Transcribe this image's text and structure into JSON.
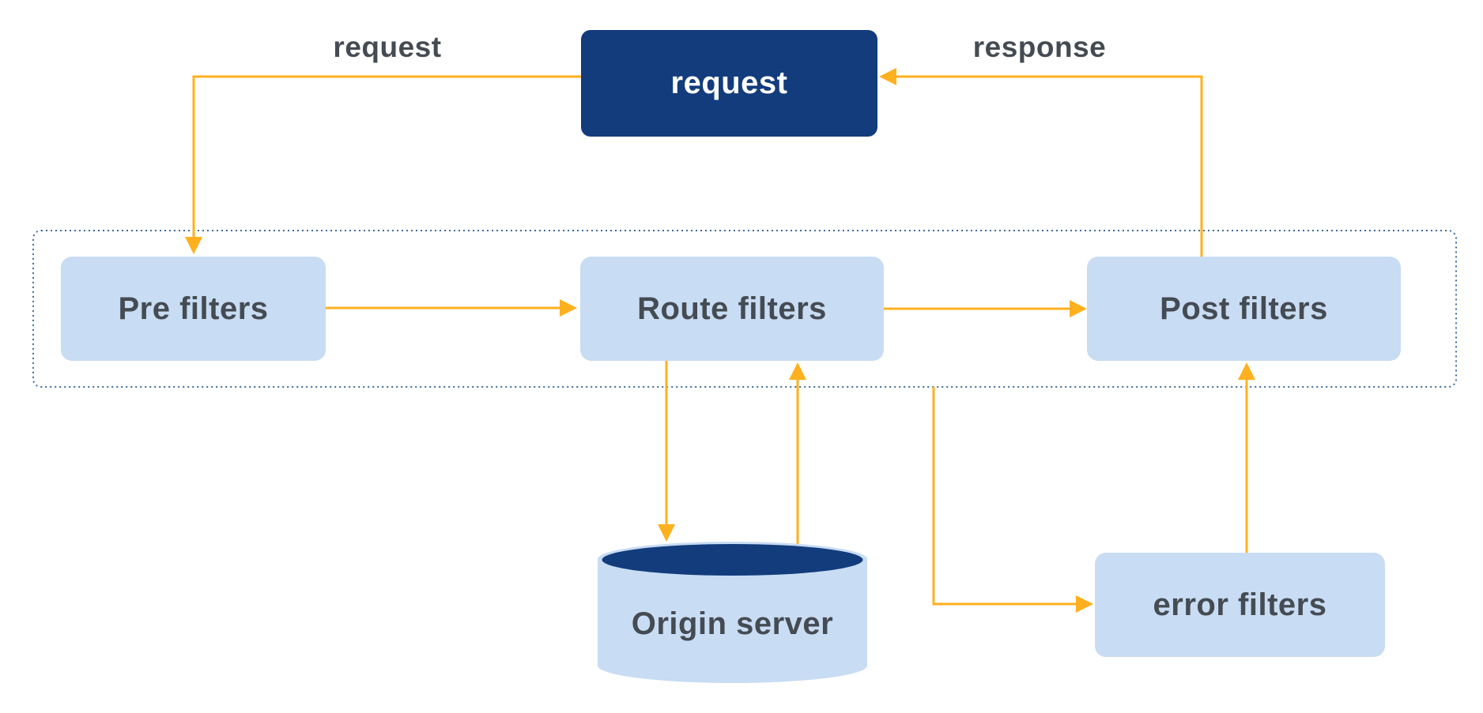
{
  "diagram": {
    "request_node": {
      "label": "request"
    },
    "flow_labels": {
      "request": "request",
      "response": "response"
    },
    "filter_chain": {
      "pre": {
        "label": "Pre filters"
      },
      "route": {
        "label": "Route filters"
      },
      "post": {
        "label": "Post filters"
      }
    },
    "origin_server": {
      "label": "Origin server"
    },
    "error_node": {
      "label": "error filters"
    },
    "colors": {
      "navy": "#123c7c",
      "light_blue": "#c8dcf3",
      "arrow_orange": "#ffb01f",
      "text_gray": "#454b52",
      "dotted_border_blue": "#3d6b9b",
      "background": "#ffffff"
    }
  }
}
